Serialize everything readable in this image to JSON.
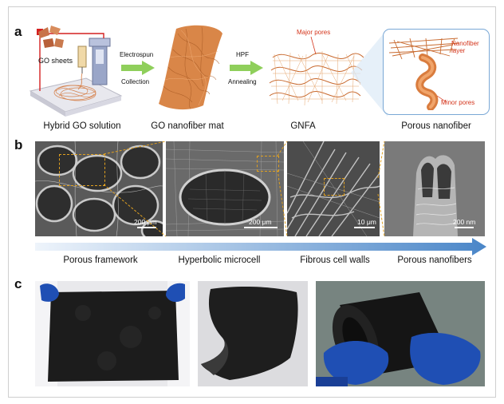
{
  "panel_a": {
    "letter": "a",
    "go_sheets_label": "GO sheets",
    "electrospun_label": "Electrospun",
    "collection_label": "Collection",
    "hpf_label": "HPF",
    "annealing_label": "Annealing",
    "major_pores_label": "Major pores",
    "nanofiber_layer_label": "Nanofiber\nlayer",
    "minor_pores_label": "Minor pores",
    "captions": [
      "Hybrid GO solution",
      "GO nanofiber mat",
      "GNFA",
      "Porous nanofiber"
    ],
    "colors": {
      "fiber": "#d4763a",
      "arrow": "#8fcf5b",
      "callout_border": "#7aa8d6",
      "label_red": "#d4351c"
    }
  },
  "panel_b": {
    "letter": "b",
    "scale_bars": [
      "200 μm",
      "200 μm",
      "10 μm",
      "200 nm"
    ],
    "captions": [
      "Porous framework",
      "Hyperbolic microcell",
      "Fibrous cell walls",
      "Porous nanofibers"
    ],
    "colors": {
      "zoom_box": "#e0a020",
      "gradient_arrow": "#4a86c8"
    }
  },
  "panel_c": {
    "letter": "c",
    "colors": {
      "glove": "#1f4fb4",
      "sheet": "#1c1c1c"
    }
  }
}
